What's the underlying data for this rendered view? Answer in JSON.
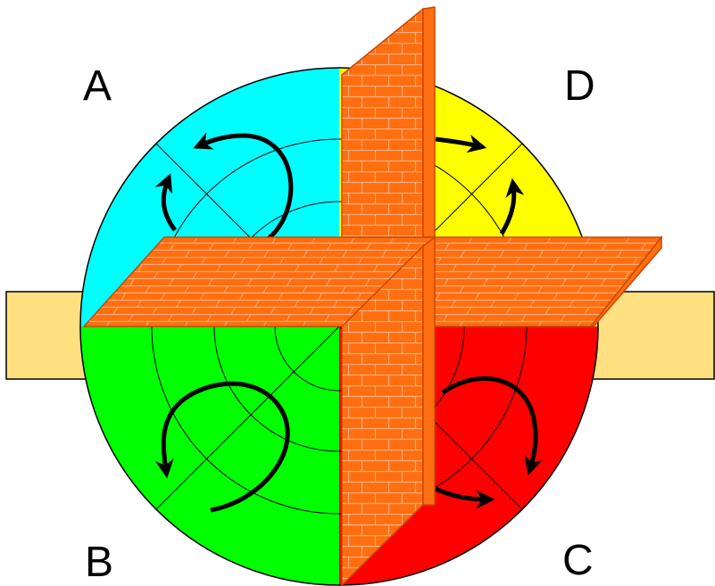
{
  "quadrants": [
    {
      "key": "A",
      "label": "A",
      "color": "#00FFFF"
    },
    {
      "key": "D",
      "label": "D",
      "color": "#FFFF00"
    },
    {
      "key": "B",
      "label": "B",
      "color": "#00FF00"
    },
    {
      "key": "C",
      "label": "C",
      "color": "#FF0000"
    }
  ],
  "colors": {
    "shaft": "#FFE080",
    "wall": "#FF6E10",
    "wall_edge": "#C84800",
    "mortar": "#FFB080",
    "outline": "#000000",
    "arrow": "#000000"
  }
}
